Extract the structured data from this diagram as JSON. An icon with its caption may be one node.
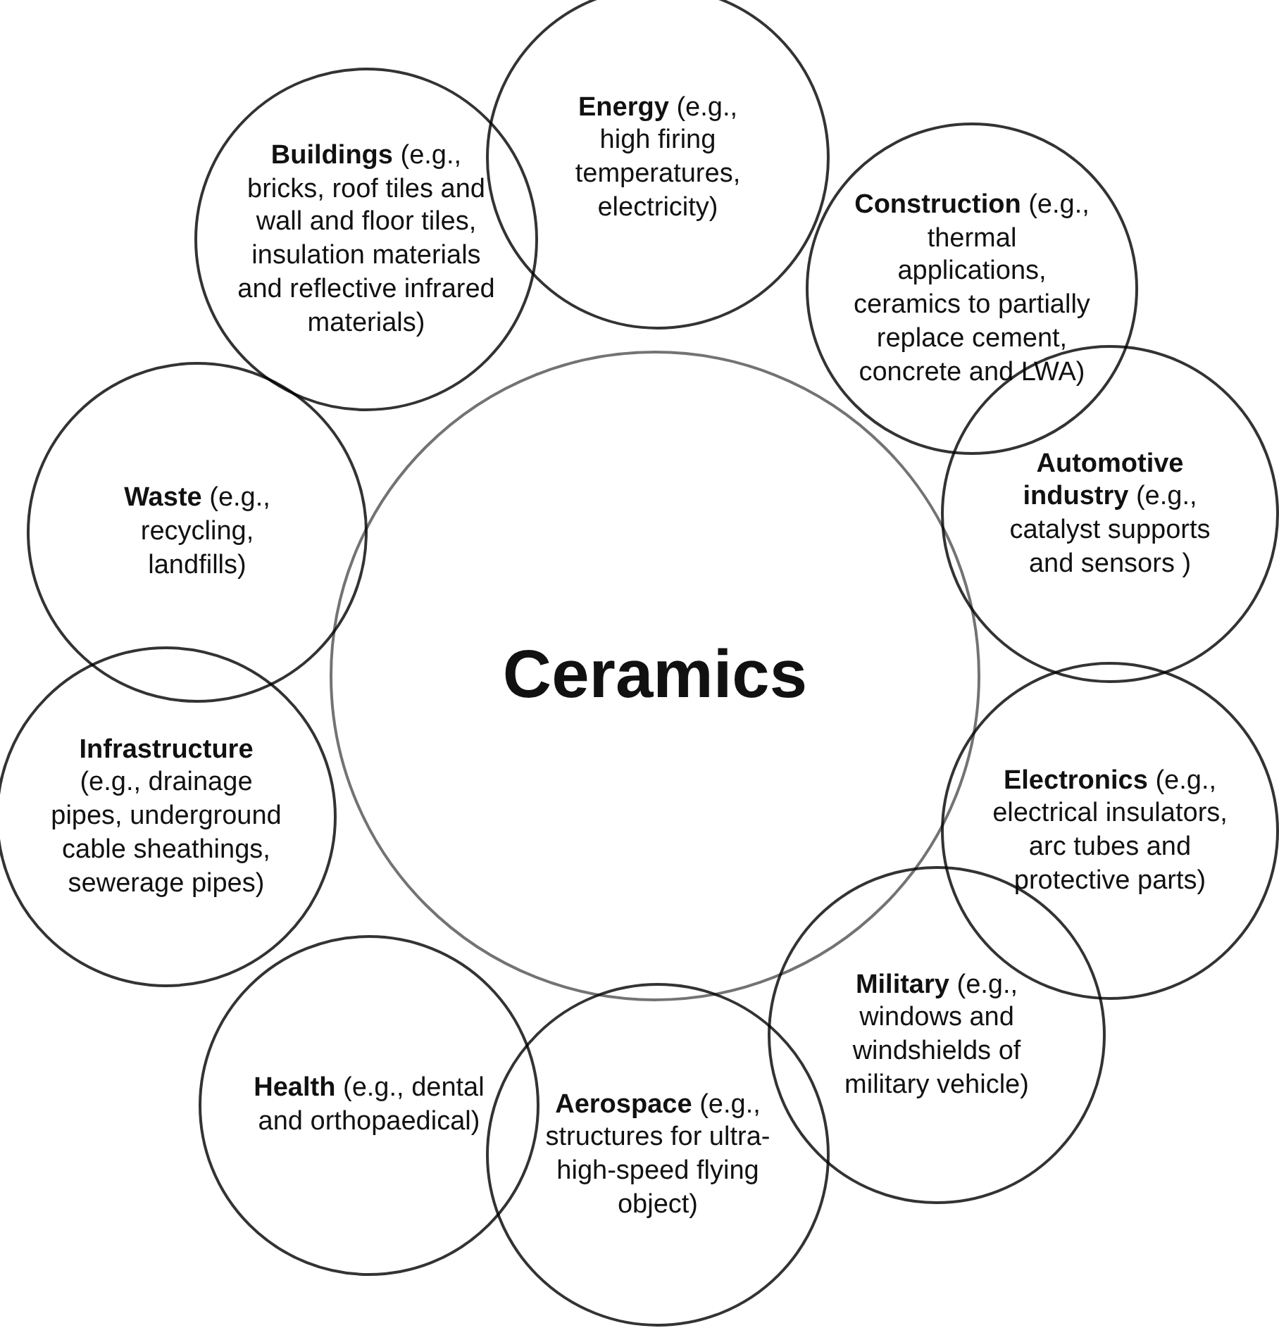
{
  "diagram": {
    "nodes": [
      {
        "text": [
          "Ceramics"
        ]
      },
      {
        "text": [
          "**Energy** (e.g., high firing temperatures, electricity)"
        ]
      },
      {
        "text": [
          "**Construction** (e.g., thermal applications, ceramics to partially replace cement, concrete and LWA)"
        ]
      },
      {
        "text": [
          "**Automotive industry** (e.g., catalyst supports and sensors )"
        ]
      },
      {
        "text": [
          "**Electronics** (e.g., electrical insulators, arc tubes and protective parts)"
        ]
      },
      {
        "text": [
          "**Military** (e.g., windows and windshields of military vehicle)"
        ]
      },
      {
        "text": [
          "**Aerospace** (e.g., structures for ultra-high-speed flying object)"
        ]
      },
      {
        "text": [
          "**Health** (e.g., dental and orthopaedical)"
        ]
      },
      {
        "text": [
          "**Infrastructure** (e.g., drainage pipes, underground cable sheathings, sewerage pipes)"
        ]
      },
      {
        "text": [
          "**Waste** (e.g., recycling, landfills)"
        ]
      },
      {
        "text": [
          "**Buildings** (e.g., bricks, roof tiles and wall and floor tiles, insulation materials and reflective infrared materials)"
        ]
      }
    ]
  }
}
